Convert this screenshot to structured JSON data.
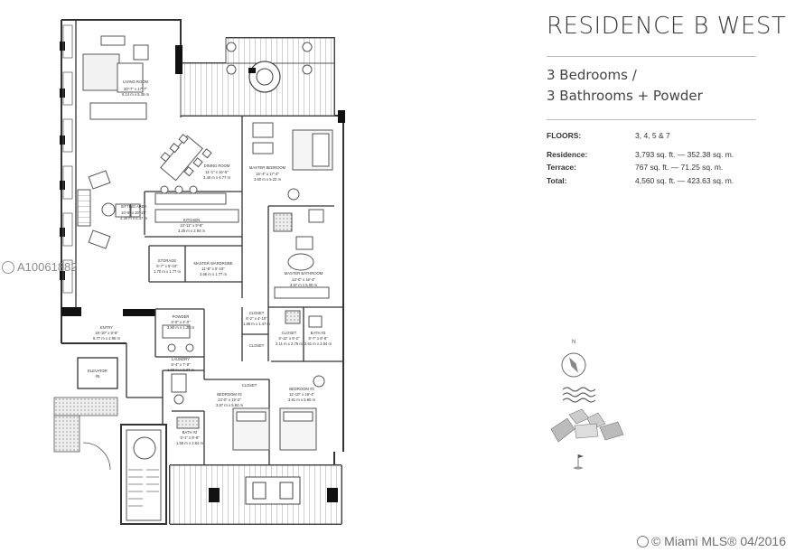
{
  "heading": {
    "title": "RESIDENCE B WEST",
    "bedrooms": "3 Bedrooms /",
    "bathrooms": "3 Bathrooms + Powder"
  },
  "specs": [
    {
      "label": "FLOORS:",
      "value": "3, 4, 5 & 7"
    },
    {
      "label": "Residence:",
      "value": "3,793 sq. ft. — 352.38 sq. m."
    },
    {
      "label": "Terrace:",
      "value": "767 sq. ft. — 71.25 sq. m."
    },
    {
      "label": "Total:",
      "value": "4,560 sq. ft. — 423.63 sq. m."
    }
  ],
  "rooms": {
    "living": {
      "name": "LIVING ROOM",
      "dims": "20'-7\" x 17'-7\"",
      "metric": "6.14 m x 5.35 m"
    },
    "dining": {
      "name": "DINING ROOM",
      "dims": "11'-1\" x 16'-5\"",
      "metric": "3.40 m x 4.77 m"
    },
    "sitting": {
      "name": "SITTING AREA",
      "dims": "10'-9\" x 20'-11\"",
      "metric": "3.30 m x 6.37 m"
    },
    "kitchen": {
      "name": "KITCHEN",
      "dims": "10'-11\" x 9'-8\"",
      "metric": "3.25 m x 2.94 m"
    },
    "master_bedroom": {
      "name": "MASTER BEDROOM",
      "dims": "15'-4\" x 17'-4\"",
      "metric": "3.60 m x 5.22 m"
    },
    "master_bath": {
      "name": "MASTER BATHROOM",
      "dims": "13'-0\" x 16'-4\"",
      "metric": "3.97 m x 5.00 m"
    },
    "master_wardrobe": {
      "name": "MASTER WARDROBE",
      "dims": "11'-8\" x 5'-10\"",
      "metric": "3.56 m x 1.77 m"
    },
    "powder": {
      "name": "POWDER",
      "dims": "6'-5\" x 4'-0\"",
      "metric": "3.80 m x 1.35 m"
    },
    "entry": {
      "name": "ENTRY",
      "dims": "19'-10\" x 9'-8\"",
      "metric": "6.77 m x 2.95 m"
    },
    "elevator": {
      "name": "ELEVATOR",
      "sub": "#5"
    },
    "laundry": {
      "name": "LAUNDRY",
      "dims": "6'-4\" x 7'-9\"",
      "metric": "1.93 m x 2.37 m"
    },
    "bedroom2": {
      "name": "BEDROOM #2",
      "dims": "13'-0\" x 19'-2\"",
      "metric": "3.97 m x 5.84 m"
    },
    "bedroom3": {
      "name": "BEDROOM #3",
      "dims": "12'-10\" x 19'-4\"",
      "metric": "3.91 m x 5.90 m"
    },
    "bath2": {
      "name": "BATH #2",
      "dims": "5'-1\" x 8'-8\"",
      "metric": "1.55 m x 2.64 m"
    },
    "bath3": {
      "name": "BATH #3",
      "dims": "8'-7\" x 8'-8\"",
      "metric": "2.61 m x 2.64 m"
    },
    "closet1": {
      "name": "CLOSET",
      "dims": "6'-2\" x 4'-10\"",
      "metric": "1.88 m x 1.47 m"
    },
    "closet2": {
      "name": "CLOSET"
    },
    "closet3": {
      "name": "CLOSET",
      "dims": "6'-11\" x 9'-2\"",
      "metric": "2.11 m x 2.79 m"
    },
    "closet4": {
      "name": "CLOSET"
    },
    "storage": {
      "name": "STORAGE",
      "dims": "5'-7\" x 5'-10\"",
      "metric": "1.70 m x 1.77 m"
    }
  },
  "compass_label": "N",
  "watermark_left": "A10061882",
  "watermark_right": "© Miami MLS® 04/2016"
}
